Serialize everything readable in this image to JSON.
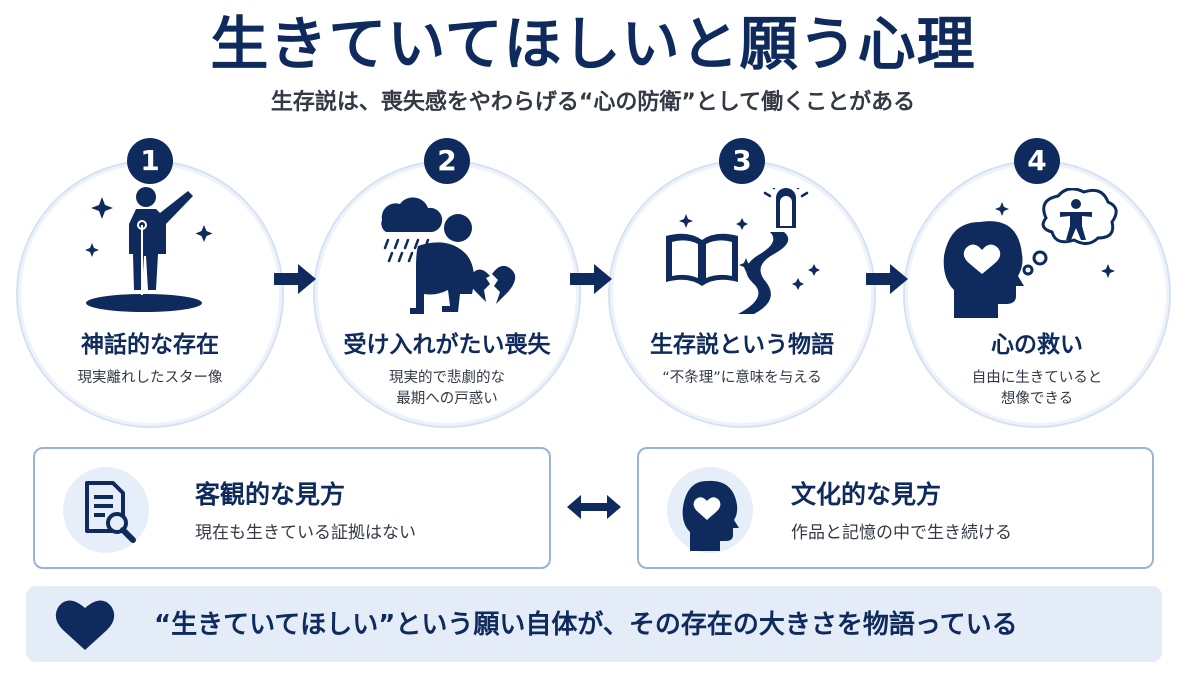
{
  "title": "生きていてほしいと願う心理",
  "subtitle": "生存説は、喪失感をやわらげる“心の防衛”として働くことがある",
  "colors": {
    "primary": "#0f2a5c",
    "light_bg": "#e4ecf8",
    "border": "#9ab2d6"
  },
  "steps": [
    {
      "number": "1",
      "title": "神話的な存在",
      "desc_line1": "現実離れしたスター像",
      "desc_line2": "",
      "icon": "star-performer-icon"
    },
    {
      "number": "2",
      "title": "受け入れがたい喪失",
      "desc_line1": "現実的で悲劇的な",
      "desc_line2": "最期への戸惑い",
      "icon": "grieving-person-icon"
    },
    {
      "number": "3",
      "title": "生存説という物語",
      "desc_line1": "“不条理”に意味を与える",
      "desc_line2": "",
      "icon": "book-path-icon"
    },
    {
      "number": "4",
      "title": "心の救い",
      "desc_line1": "自由に生きていると",
      "desc_line2": "想像できる",
      "icon": "head-heart-dream-icon"
    }
  ],
  "views": {
    "objective": {
      "title": "客観的な見方",
      "desc": "現在も生きている証拠はない",
      "icon": "document-search-icon"
    },
    "cultural": {
      "title": "文化的な見方",
      "desc": "作品と記憶の中で生き続ける",
      "icon": "head-heart-icon"
    }
  },
  "bottom": {
    "text": "“生きていてほしい”という願い自体が、その存在の大きさを物語っている",
    "icon": "heart-icon"
  }
}
